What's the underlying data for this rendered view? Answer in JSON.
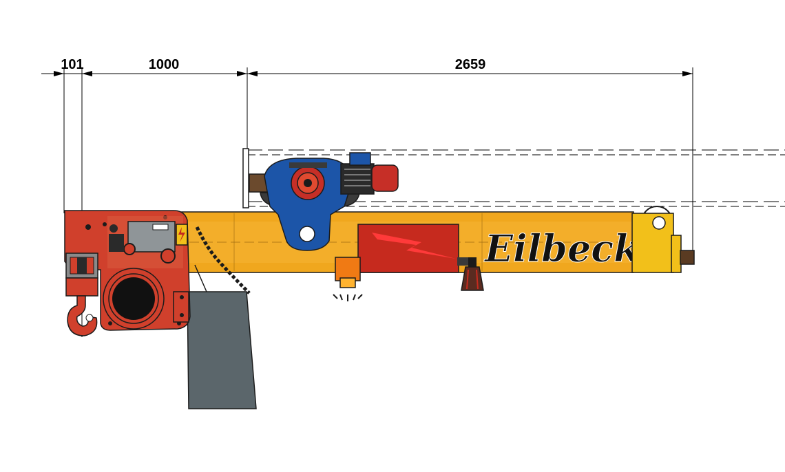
{
  "dimensions": {
    "d1": "101",
    "d2": "1000",
    "d3": "2659"
  },
  "brand": {
    "name": "Eilbeck"
  },
  "colors": {
    "boom": "#f0a71e",
    "hoist": "#d0402c",
    "trolley": "#1c55a8",
    "motor": "#c62f27",
    "control_box": "#c62a1e",
    "counterweight": "#5b666b",
    "end_cap": "#f2c01a",
    "lamp": "#f07a14"
  },
  "icons": [
    "warning-lightning-icon",
    "hook-icon",
    "rope-drum-icon",
    "beacon-lamp-icon",
    "horn-icon"
  ]
}
